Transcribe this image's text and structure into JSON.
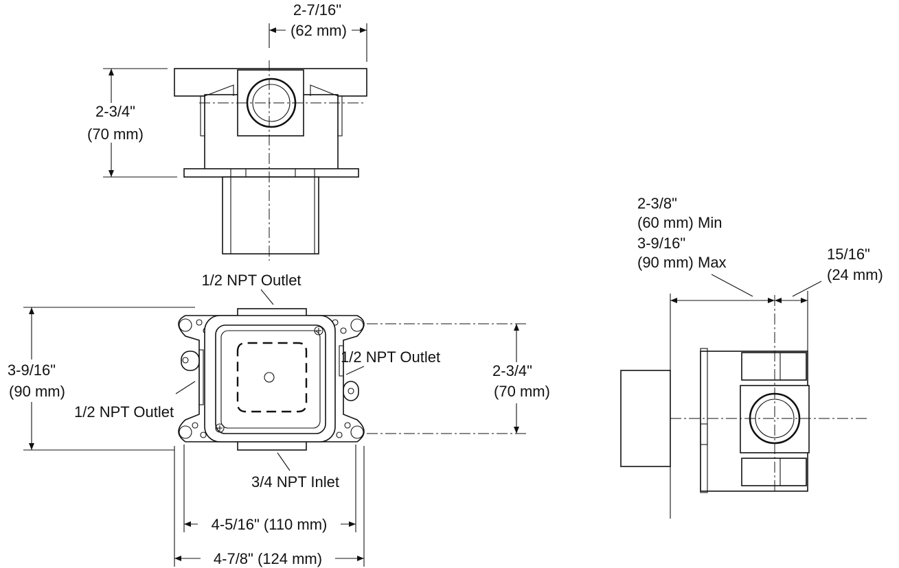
{
  "top_view": {
    "width_in": "2-7/16\"",
    "width_mm": "(62 mm)",
    "height_in": "2-3/4\"",
    "height_mm": "(70 mm)"
  },
  "front_view": {
    "outlet_top": "1/2 NPT Outlet",
    "outlet_right": "1/2 NPT Outlet",
    "outlet_left": "1/2 NPT Outlet",
    "inlet_bottom": "3/4 NPT Inlet",
    "height_in": "3-9/16\"",
    "height_mm": "(90 mm)",
    "hole_spacing_in": "2-3/4\"",
    "hole_spacing_mm": "(70 mm)",
    "inner_width": "4-5/16\" (110 mm)",
    "outer_width": "4-7/8\" (124 mm)"
  },
  "side_view": {
    "wall_min_in": "2-3/8\"",
    "wall_min_mm": "(60 mm) Min",
    "wall_max_in": "3-9/16\"",
    "wall_max_mm": "(90 mm) Max",
    "depth_in": "15/16\"",
    "depth_mm": "(24 mm)"
  }
}
